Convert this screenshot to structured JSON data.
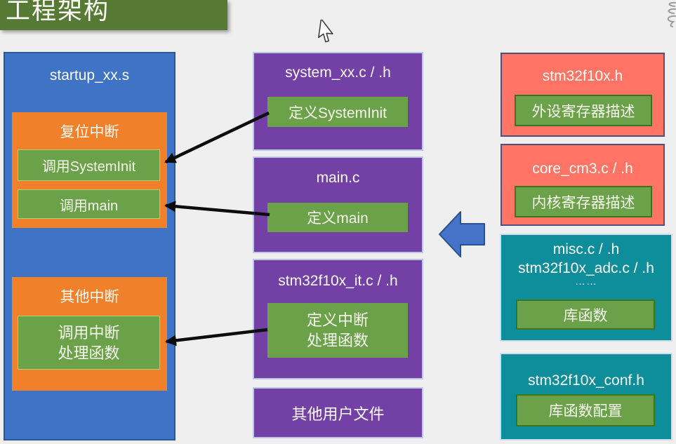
{
  "header": {
    "title": "工程架构"
  },
  "startup": {
    "title": "startup_xx.s",
    "reset_group": {
      "title": "复位中断",
      "call_systeminit": "调用SystemInit",
      "call_main": "调用main"
    },
    "other_group": {
      "title": "其他中断",
      "call_handler_line1": "调用中断",
      "call_handler_line2": "处理函数"
    }
  },
  "middle": {
    "system": {
      "title": "system_xx.c / .h",
      "item": "定义SystemInit"
    },
    "main": {
      "title": "main.c",
      "item": "定义main"
    },
    "it": {
      "title": "stm32f10x_it.c / .h",
      "item_line1": "定义中断",
      "item_line2": "处理函数"
    },
    "other_files": {
      "title": "其他用户文件"
    }
  },
  "right": {
    "stm32f10x_h": {
      "title": "stm32f10x.h",
      "item": "外设寄存器描述"
    },
    "core_cm3": {
      "title": "core_cm3.c / .h",
      "item": "内核寄存器描述"
    },
    "lib": {
      "title_line1": "misc.c / .h",
      "title_line2": "stm32f10x_adc.c / .h",
      "title_line3": "……",
      "item": "库函数"
    },
    "conf": {
      "title": "stm32f10x_conf.h",
      "item": "库函数配置"
    }
  },
  "colors": {
    "background": "#efefef",
    "header_green": "#567a33",
    "blue": "#3f73c6",
    "orange": "#f0802a",
    "inner_green": "#6ba149",
    "purple": "#7340a6",
    "salmon": "#ff7465",
    "teal": "#0e8e9a",
    "block_arrow_blue": "#4573c8",
    "connector_black": "#0d0d0d"
  }
}
